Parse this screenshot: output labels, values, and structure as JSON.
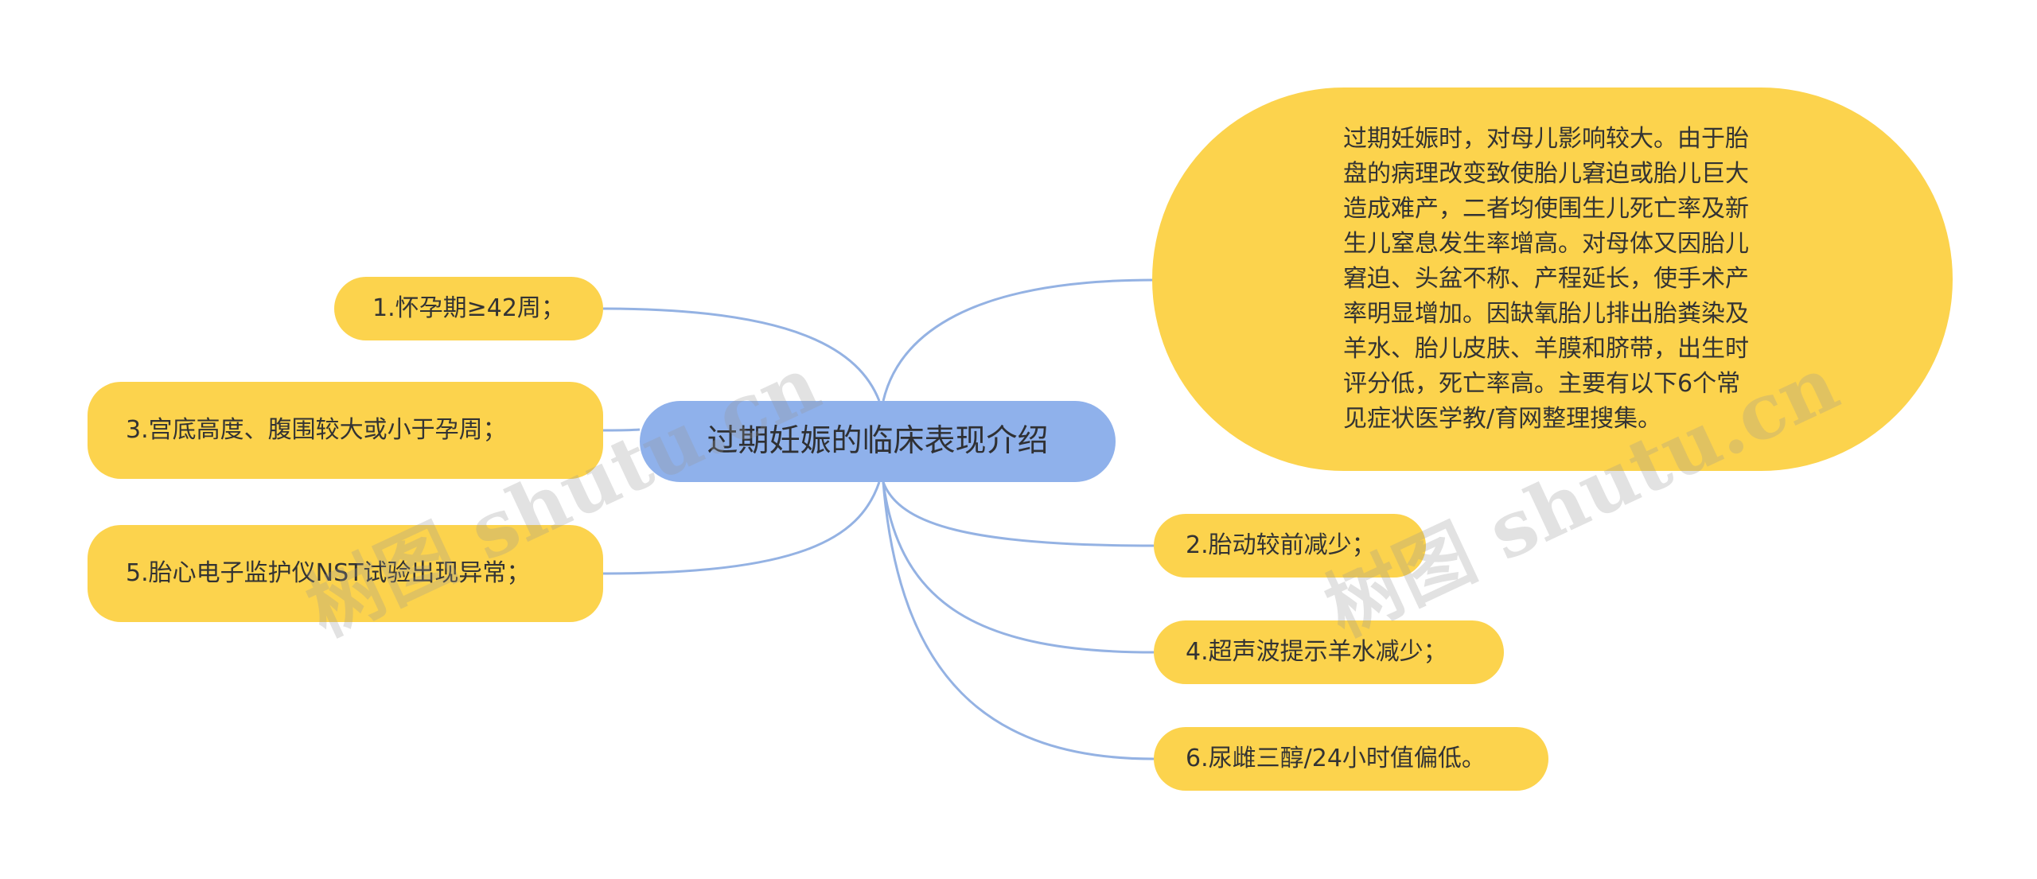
{
  "mindmap": {
    "center": "过期妊娠的临床表现介绍",
    "description": "过期妊娠时，对母儿影响较大。由于胎盘的病理改变致使胎儿窘迫或胎儿巨大造成难产，二者均使围生儿死亡率及新生儿窒息发生率增高。对母体又因胎儿窘迫、头盆不称、产程延长，使手术产率明显增加。因缺氧胎儿排出胎粪染及羊水、胎儿皮肤、羊膜和脐带，出生时评分低，死亡率高。主要有以下6个常见症状医学教/育网整理搜集。",
    "items": [
      "1.怀孕期≥42周；",
      "2.胎动较前减少；",
      "3.宫底高度、腹围较大或小于孕周；",
      "4.超声波提示羊水减少；",
      "5.胎心电子监护仪NST试验出现异常；",
      "6.尿雌三醇/24小时值偏低。"
    ]
  },
  "watermark": {
    "text": "树图 shutu.cn"
  },
  "colors": {
    "center_fill": "#8fb1eb",
    "leaf_fill": "#fcd34d",
    "connector": "#94b2e3",
    "text": "#333333"
  }
}
